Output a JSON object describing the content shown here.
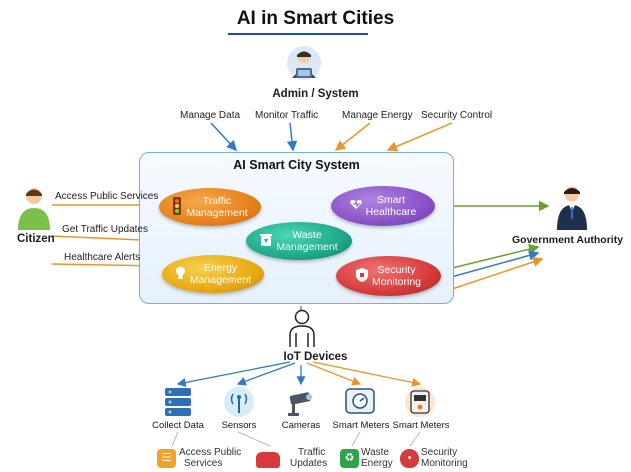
{
  "title": "AI in Smart Cities",
  "admin": {
    "label": "Admin / System",
    "actions": [
      "Manage Data",
      "Monitor Traffic",
      "Manage Energy",
      "Security Control"
    ]
  },
  "system": {
    "title": "AI Smart City System",
    "modules": {
      "traffic": [
        "Traffic",
        "Management"
      ],
      "waste": [
        "Waste",
        "Management"
      ],
      "health": [
        "Smart",
        "Healthcare"
      ],
      "energy": [
        "Energy",
        "Management"
      ],
      "security": [
        "Security",
        "Monitoring"
      ]
    }
  },
  "citizen": {
    "label": "Citizen",
    "actions": [
      "Access Public Services",
      "Get Traffic Updates",
      "Healthcare Alerts"
    ]
  },
  "government": {
    "label": "Government Authority"
  },
  "iot": {
    "label": "IoT Devices",
    "devices": [
      "Collect Data",
      "Sensors",
      "Cameras",
      "Smart Meters",
      "Smart Meters"
    ]
  },
  "services": [
    [
      "Access Public",
      "Services"
    ],
    [
      "Traffic",
      "Updates"
    ],
    [
      "Waste",
      "Energy"
    ],
    [
      "Security",
      "Monitoring"
    ]
  ],
  "colors": {
    "admin_arrow": "#2f7cc4",
    "citizen_arrow": "#e8962c",
    "gov_arrow": "#6aa030",
    "traffic": "#e8801c",
    "waste": "#1ea98a",
    "health": "#8a52c8",
    "energy": "#e8aa12",
    "security": "#d63a3a"
  }
}
